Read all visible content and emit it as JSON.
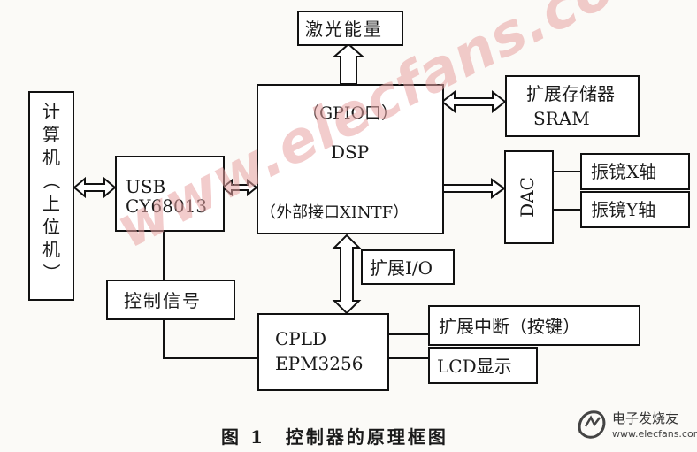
{
  "blocks": {
    "laser": "激光能量",
    "dsp_gpio": "（GPIO口）",
    "dsp_name": "DSP",
    "dsp_xintf": "（外部接口XINTF）",
    "sram_line1": "扩展存储器",
    "sram_line2": "SRAM",
    "computer_chars": [
      "计",
      "算",
      "机",
      "（",
      "上",
      "位",
      "机",
      "）"
    ],
    "usb_line1": "USB",
    "usb_line2": "CY68013",
    "dac": "DAC",
    "galvo_x": "振镜X轴",
    "galvo_y": "振镜Y轴",
    "ext_io": "扩展I/O",
    "ctrl_signal": "控制信号",
    "cpld_line1": "CPLD",
    "cpld_line2": "EPM3256",
    "ext_int": "扩展中断（按键）",
    "lcd": "LCD显示"
  },
  "caption": "图 1　控制器的原理框图",
  "watermark": "www.elecfans.com",
  "logo": {
    "brand": "电子发烧友",
    "site": "www.elecfans.com",
    "icon": "elecfans-logo-icon"
  }
}
